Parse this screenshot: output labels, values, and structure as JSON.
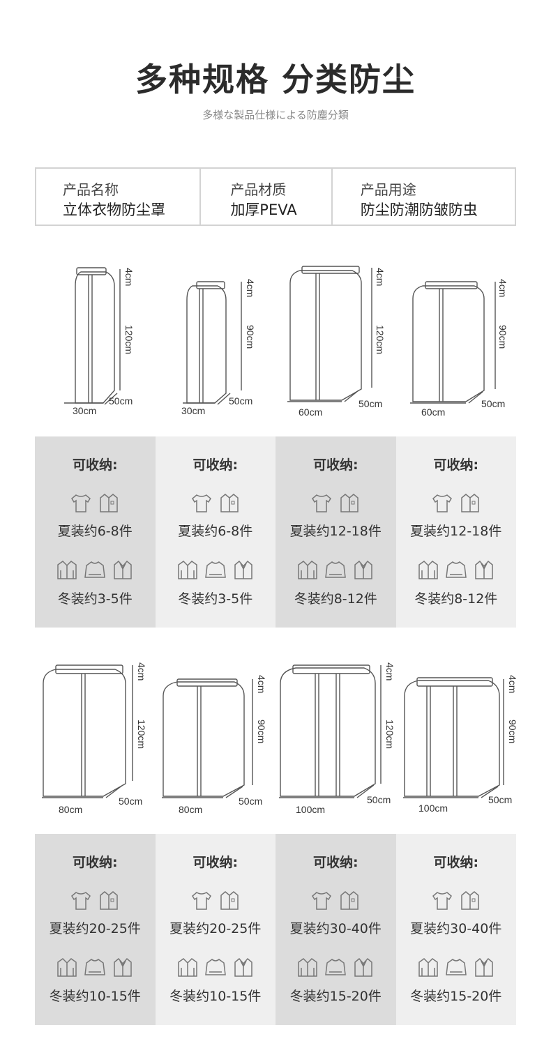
{
  "header": {
    "title": "多种规格 分类防尘",
    "subtitle": "多様な製品仕様による防塵分類"
  },
  "info": [
    {
      "label": "产品名称",
      "value": "立体衣物防尘罩"
    },
    {
      "label": "产品材质",
      "value": "加厚PEVA"
    },
    {
      "label": "产品用途",
      "value": "防尘防潮防皱防虫"
    }
  ],
  "row1": {
    "sizes": [
      {
        "width": "30cm",
        "depth": "50cm",
        "top": "4cm",
        "height": "120cm"
      },
      {
        "width": "30cm",
        "depth": "50cm",
        "top": "4cm",
        "height": "90cm"
      },
      {
        "width": "60cm",
        "depth": "50cm",
        "top": "4cm",
        "height": "120cm"
      },
      {
        "width": "60cm",
        "depth": "50cm",
        "top": "4cm",
        "height": "90cm"
      }
    ],
    "capacity": [
      {
        "caption": "可收纳:",
        "summer": "夏装约6-8件",
        "winter": "冬装约3-5件"
      },
      {
        "caption": "可收纳:",
        "summer": "夏装约6-8件",
        "winter": "冬装约3-5件"
      },
      {
        "caption": "可收纳:",
        "summer": "夏装约12-18件",
        "winter": "冬装约8-12件"
      },
      {
        "caption": "可收纳:",
        "summer": "夏装约12-18件",
        "winter": "冬装约8-12件"
      }
    ]
  },
  "row2": {
    "sizes": [
      {
        "width": "80cm",
        "depth": "50cm",
        "top": "4cm",
        "height": "120cm"
      },
      {
        "width": "80cm",
        "depth": "50cm",
        "top": "4cm",
        "height": "90cm"
      },
      {
        "width": "100cm",
        "depth": "50cm",
        "top": "4cm",
        "height": "120cm"
      },
      {
        "width": "100cm",
        "depth": "50cm",
        "top": "4cm",
        "height": "90cm"
      }
    ],
    "capacity": [
      {
        "caption": "可收纳:",
        "summer": "夏装约20-25件",
        "winter": "冬装约10-15件"
      },
      {
        "caption": "可收纳:",
        "summer": "夏装约20-25件",
        "winter": "冬装约10-15件"
      },
      {
        "caption": "可收纳:",
        "summer": "夏装约30-40件",
        "winter": "冬装约15-20件"
      },
      {
        "caption": "可收纳:",
        "summer": "夏装约30-40件",
        "winter": "冬装约15-20件"
      }
    ]
  },
  "icons": {
    "summer": [
      "tshirt-icon",
      "shirt-icon"
    ],
    "winter": [
      "jacket-icon",
      "sweater-icon",
      "coat-icon"
    ]
  },
  "colors": {
    "panel_dark": "#dcdcdc",
    "panel_light": "#efefef",
    "text": "#333333"
  }
}
